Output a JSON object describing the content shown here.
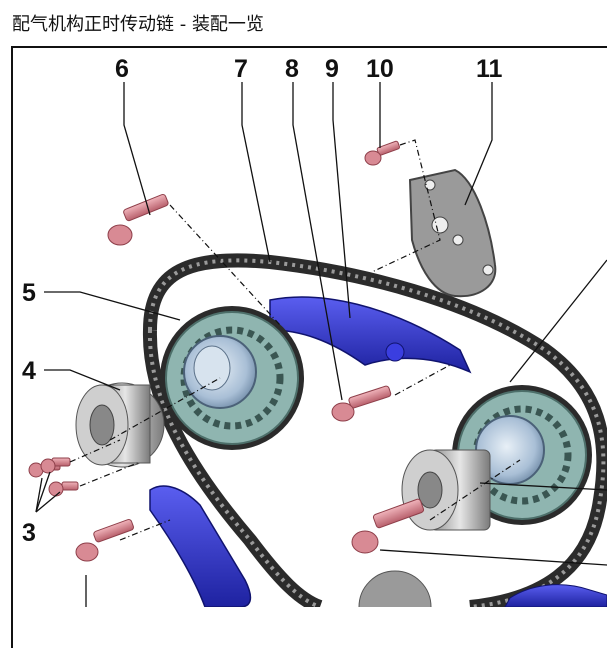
{
  "title": "配气机构正时传动链 - 装配一览",
  "callouts": [
    "6",
    "7",
    "8",
    "9",
    "10",
    "11",
    "5",
    "4",
    "3"
  ],
  "colors": {
    "sprocket": "#8fb5b0",
    "hub": "#b9cde0",
    "chain": "#2b2b2b",
    "guide": "#2f33c8",
    "bolt": "#d88a94",
    "bearing": "#bdbdbd"
  }
}
